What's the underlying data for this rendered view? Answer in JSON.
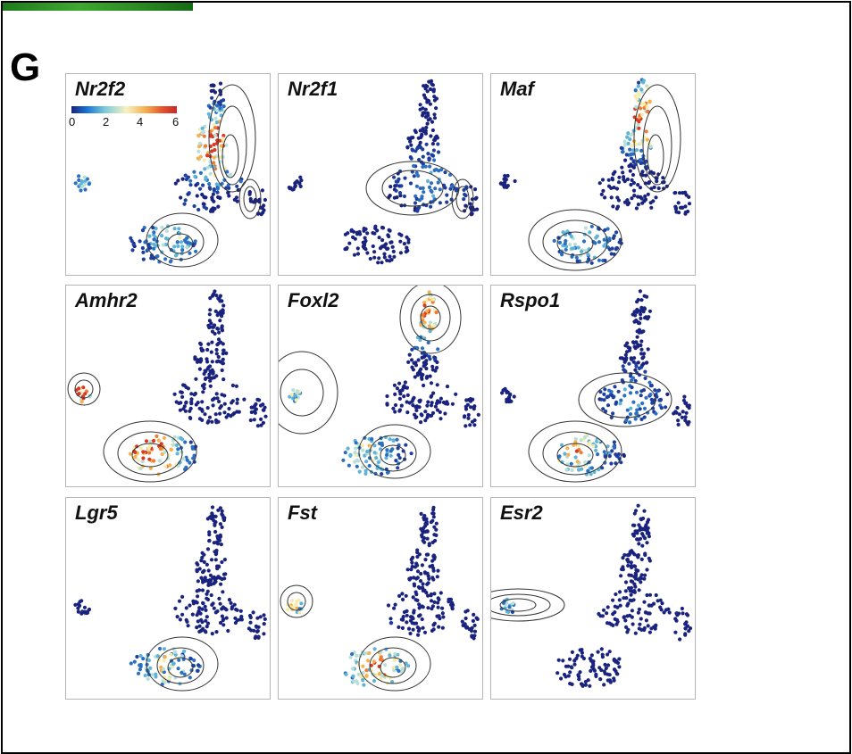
{
  "figure": {
    "panel_letter": "G",
    "colorbar": {
      "ticks": [
        "0",
        "2",
        "4",
        "6"
      ]
    },
    "panels": [
      {
        "gene": "Nr2f2",
        "expression": "high",
        "contours": [
          "upper-right",
          "right-edge",
          "lower-middle"
        ]
      },
      {
        "gene": "Nr2f1",
        "expression": "medium",
        "contours": [
          "middle-right",
          "right-edge"
        ]
      },
      {
        "gene": "Maf",
        "expression": "high",
        "contours": [
          "upper-right",
          "lower-left"
        ]
      },
      {
        "gene": "Amhr2",
        "expression": "high",
        "contours": [
          "left-small",
          "lower-left"
        ]
      },
      {
        "gene": "Foxl2",
        "expression": "medium",
        "contours": [
          "top-right",
          "left",
          "lower-middle"
        ]
      },
      {
        "gene": "Rspo1",
        "expression": "medium",
        "contours": [
          "middle-right",
          "lower-left"
        ]
      },
      {
        "gene": "Lgr5",
        "expression": "medium",
        "contours": [
          "lower-middle"
        ]
      },
      {
        "gene": "Fst",
        "expression": "medium",
        "contours": [
          "left-small",
          "lower-middle"
        ]
      },
      {
        "gene": "Esr2",
        "expression": "low",
        "contours": [
          "left-edge"
        ]
      }
    ]
  },
  "colors": {
    "low": "#1f2f8f",
    "mid": "#7ecbd8",
    "high": "#e4552c",
    "border": "#b5b5b5"
  }
}
